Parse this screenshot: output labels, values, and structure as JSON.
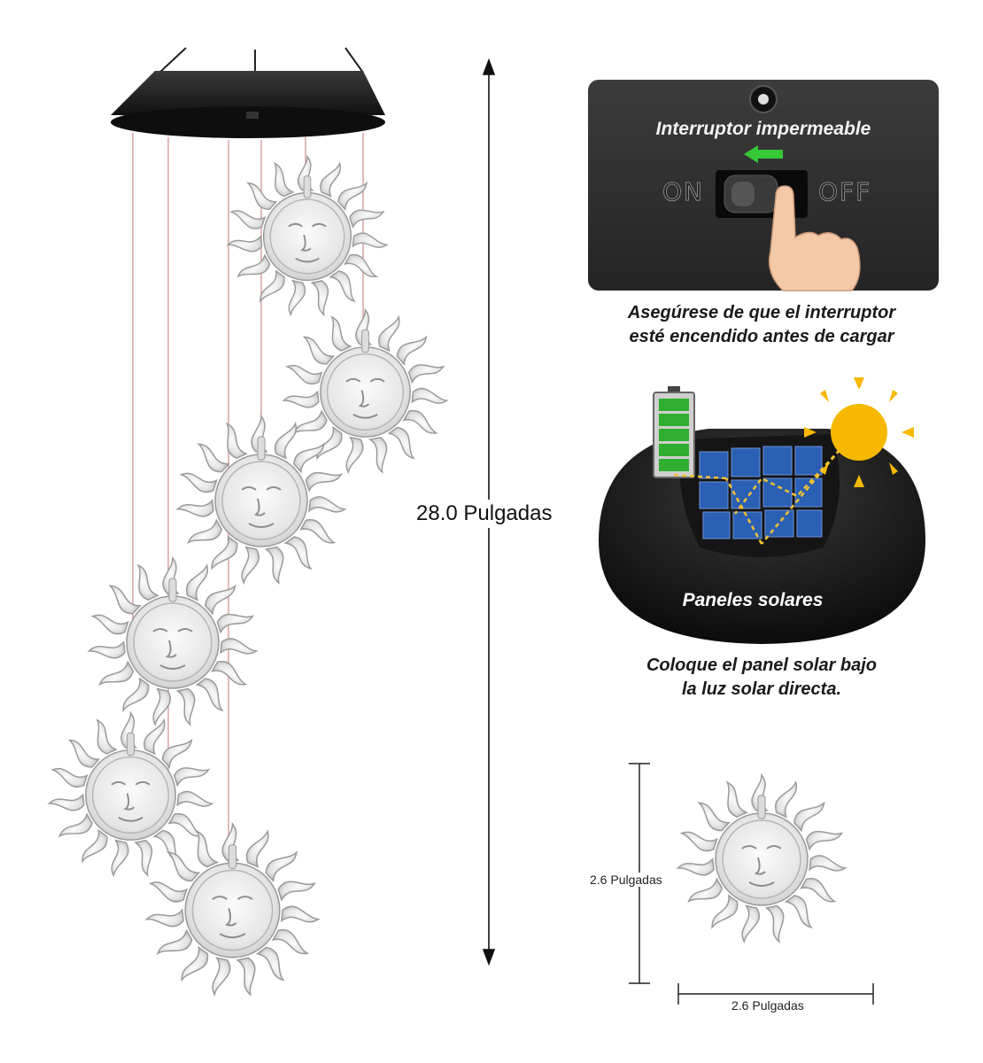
{
  "main_dimension": "28.0 Pulgadas",
  "switch_panel": {
    "label": "Interruptor impermeable",
    "on_label": "ON",
    "off_label": "OFF",
    "caption_line1": "Asegúrese de que el interruptor",
    "caption_line2": "esté encendido antes de cargar"
  },
  "solar_panel": {
    "label": "Paneles solares",
    "caption_line1": "Coloque el panel solar bajo",
    "caption_line2": "la luz solar directa."
  },
  "single_sun": {
    "height_label": "2.6 Pulgadas",
    "width_label": "2.6 Pulgadas"
  },
  "colors": {
    "panel_dark": "#2b2b2b",
    "battery_green": "#2fae2f",
    "sun_yellow": "#f6b800",
    "solar_blue": "#2a5fb3",
    "arrow_yellow": "#f1c232"
  }
}
